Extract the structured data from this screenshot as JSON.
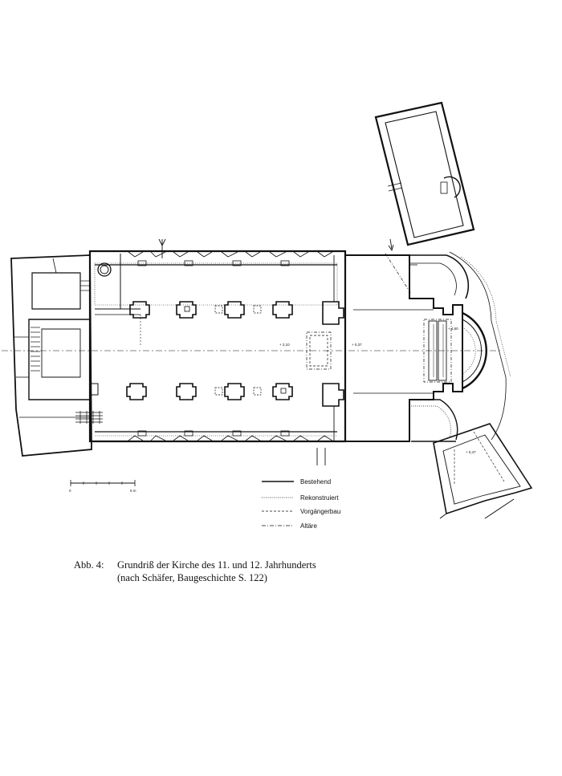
{
  "legend": {
    "existing": "Bestehend",
    "reconstructed": "Rekonstruiert",
    "predecessor": "Vorgängerbau",
    "altars": "Altäre"
  },
  "scale": {
    "start": "0",
    "end": "5 m"
  },
  "elevations": {
    "nave": "+ 2,10",
    "crossing": "+ 0,37",
    "choir": "+ 4,60",
    "annex": "+ 0,47"
  },
  "caption": {
    "number": "Abb. 4:",
    "line1": "Grundriß der Kirche des 11. und 12. Jahrhunderts",
    "line2": "(nach Schäfer, Baugeschichte S. 122)"
  }
}
